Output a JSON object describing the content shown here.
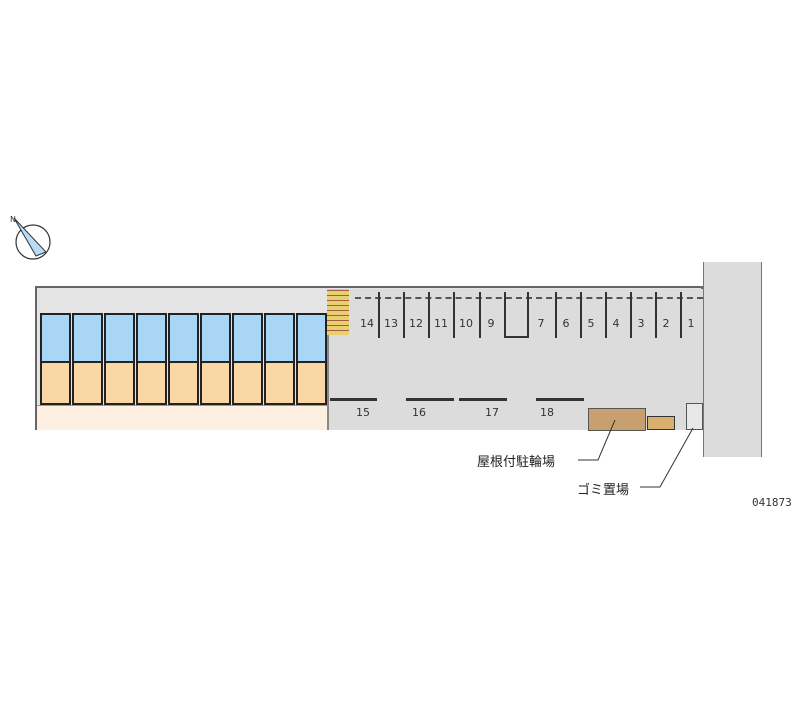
{
  "compass": "north-arrow-icon",
  "parking_top": [
    "14",
    "13",
    "12",
    "11",
    "10",
    "9",
    "7",
    "6",
    "5",
    "4",
    "3",
    "2",
    "1"
  ],
  "parking_bottom": [
    "15",
    "16",
    "17",
    "18"
  ],
  "labels": {
    "bicycle": "屋根付駐輪場",
    "garbage": "ゴミ置場"
  },
  "code": "041873",
  "colors": {
    "lot": "#dcdcdc",
    "unit_blue": "#a9d6f5",
    "unit_orange": "#f9d7a5",
    "shed": "#c8a070"
  }
}
